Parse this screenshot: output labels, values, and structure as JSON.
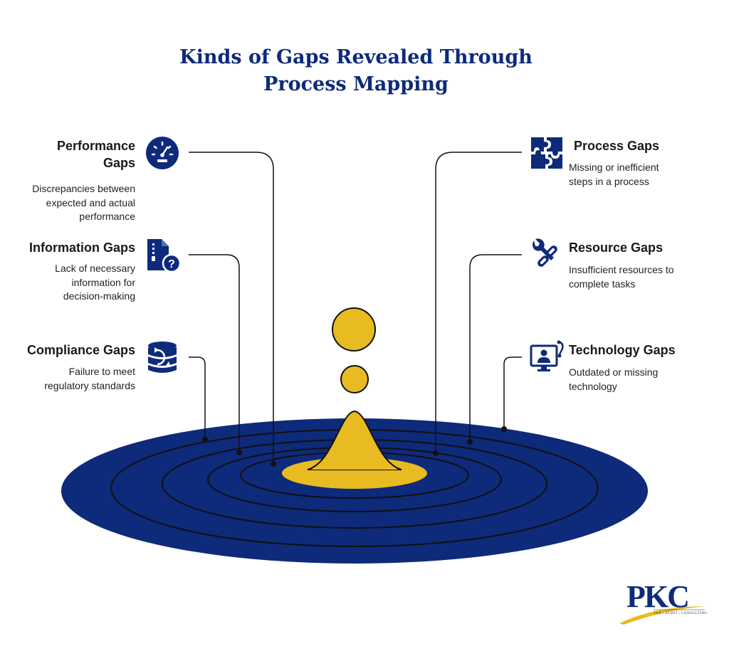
{
  "title": {
    "line1": "Kinds of Gaps Revealed Through",
    "line2": "Process Mapping"
  },
  "gaps": {
    "performance": {
      "title_line1": "Performance",
      "title_line2": "Gaps",
      "desc": [
        "Discrepancies between",
        "expected and actual",
        "performance"
      ],
      "icon": "speedometer-icon"
    },
    "information": {
      "title": "Information Gaps",
      "desc": [
        "Lack of necessary",
        "information for",
        "decision-making"
      ],
      "icon": "document-question-icon"
    },
    "compliance": {
      "title": "Compliance Gaps",
      "desc": [
        "Failure to meet",
        "regulatory standards"
      ],
      "icon": "database-refresh-icon"
    },
    "process": {
      "title": "Process Gaps",
      "desc": [
        "Missing or inefficient",
        "steps in a process"
      ],
      "icon": "puzzle-icon"
    },
    "resource": {
      "title": "Resource Gaps",
      "desc": [
        "Insufficient resources to",
        "complete tasks"
      ],
      "icon": "wrench-link-icon"
    },
    "technology": {
      "title": "Technology Gaps",
      "desc": [
        "Outdated or missing",
        "technology"
      ],
      "icon": "monitor-user-icon"
    }
  },
  "logo": {
    "letters": "PKC",
    "tagline": "TAX | AUDIT | CONSULTING"
  },
  "colors": {
    "navy": "#0e2a7a",
    "gold": "#e9bb22",
    "line": "#1a1a1a"
  }
}
